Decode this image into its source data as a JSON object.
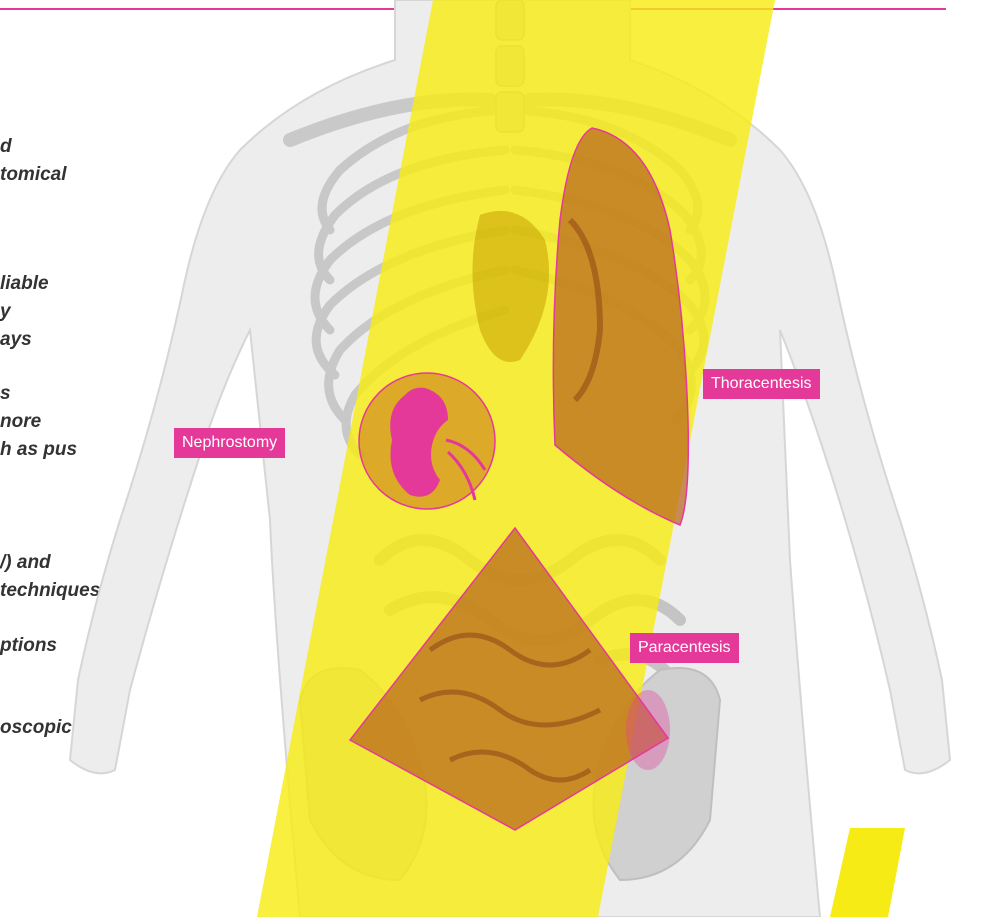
{
  "colors": {
    "accent": "#e5399a",
    "highlight": "#f6eb14",
    "organ": "#b8651e",
    "bone": "#c9c9c9"
  },
  "left_text": [
    "d",
    "tomical",
    "liable",
    "y",
    "ays",
    "s",
    "nore",
    "h as pus",
    "/) and",
    "techniques",
    "ptions",
    "oscopic"
  ],
  "labels": {
    "thoracentesis": "Thoracentesis",
    "nephrostomy": "Nephrostomy",
    "paracentesis": "Paracentesis"
  },
  "icons": {
    "kidney": "kidney-icon"
  }
}
